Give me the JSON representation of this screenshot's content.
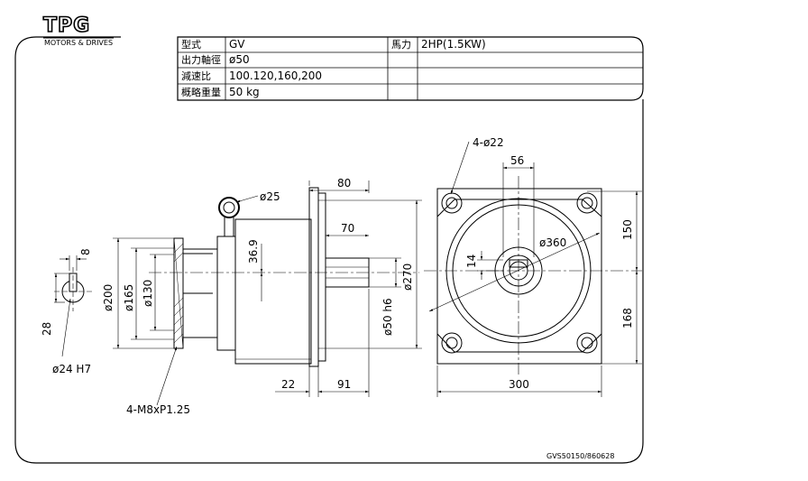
{
  "logo": {
    "mark": "TPG",
    "tagline": "MOTORS & DRIVES"
  },
  "spec_table": {
    "rows": [
      {
        "label": "型式",
        "value": "GV",
        "label2": "馬力",
        "value2": "2HP(1.5KW)"
      },
      {
        "label": "出力軸徑",
        "value": "ø50",
        "label2": "",
        "value2": ""
      },
      {
        "label": "減速比",
        "value": "100.120,160,200",
        "label2": "",
        "value2": ""
      },
      {
        "label": "概略重量",
        "value": "50 kg",
        "label2": "",
        "value2": ""
      }
    ]
  },
  "dimensions": {
    "key_width": "8",
    "key_height": "28",
    "key_bore": "ø24 H7",
    "d200": "ø200",
    "d165": "ø165",
    "d130": "ø130",
    "tap": "4-M8xP1.25",
    "d25": "ø25",
    "h369": "36.9",
    "l80": "80",
    "l70": "70",
    "d270": "ø270",
    "d50": "ø50 h6",
    "l22": "22",
    "l91": "91",
    "holes": "4-ø22",
    "w56": "56",
    "k14": "14",
    "d360": "ø360",
    "h150": "150",
    "h168": "168",
    "w300": "300"
  },
  "drawing_number": "GVS50150/860628"
}
